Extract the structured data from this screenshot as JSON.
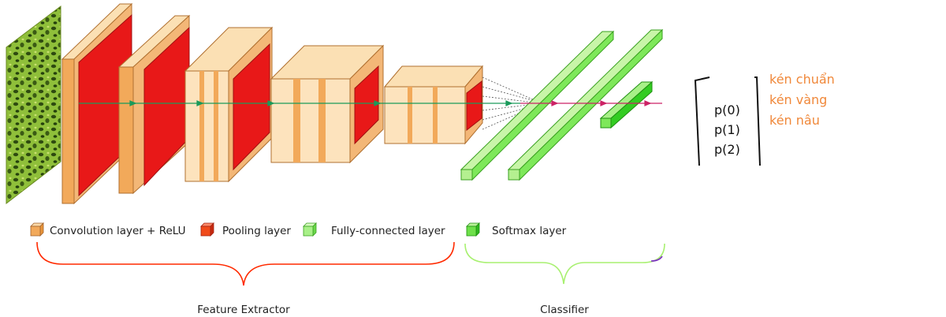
{
  "legend": {
    "conv": "Convolution layer + ReLU",
    "pool": "Pooling layer",
    "fc": "Fully-connected layer",
    "softmax": "Softmax layer"
  },
  "groups": {
    "feature_extractor": "Feature Extractor",
    "classifier": "Classifier"
  },
  "outputs": {
    "probabilities": [
      "p(0)",
      "p(1)",
      "p(2)"
    ],
    "classes": [
      "kén chuẩn",
      "kén vàng",
      "kén nâu"
    ]
  },
  "colors": {
    "conv": "#f2a95a",
    "conv_light": "#fde3bd",
    "pool": "#e81818",
    "fc": "#7ee85a",
    "softmax": "#33cc22",
    "feature_brace": "#ff2a00",
    "classifier_brace": "#a8f070",
    "class_text": "#f0883a",
    "flow_arrow": "#1a9a5a",
    "fc_arrow": "#cc2266"
  }
}
